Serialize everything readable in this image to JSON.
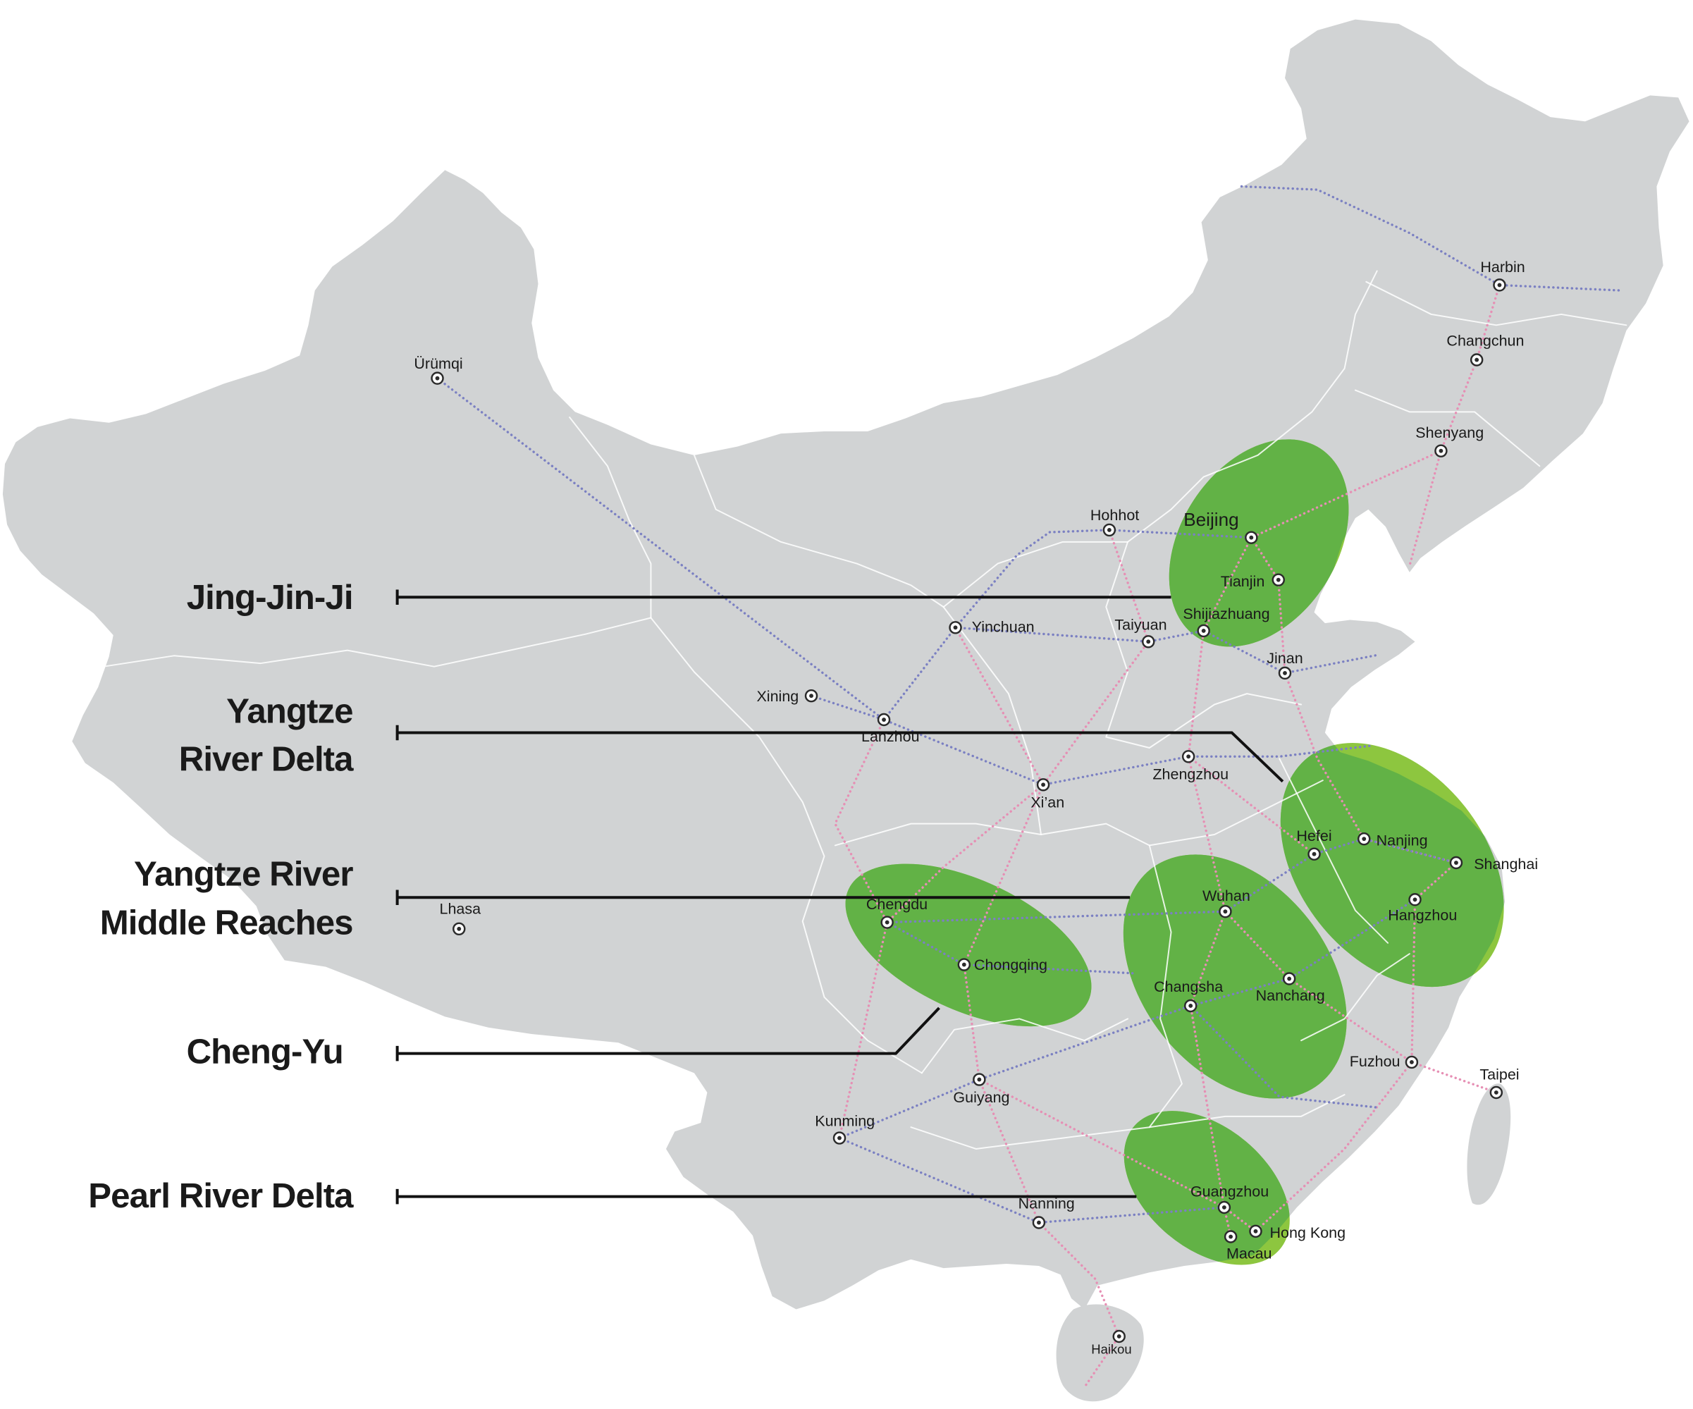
{
  "map": {
    "colors": {
      "background": "#ffffff",
      "land": "#d1d3d4",
      "province_border": "#ffffff",
      "cluster_land": "#62b246",
      "cluster_coast": "#8dc63f",
      "rail_blue": "#7b80c2",
      "rail_pink": "#e68fb4",
      "marker": "#2b2b2b",
      "label": "#1a1a1a",
      "leader": "#111111"
    },
    "city_marker_icon": "circled-dot",
    "clusters": [
      {
        "lines": [
          "Jing-Jin-Ji"
        ]
      },
      {
        "lines": [
          "Yangtze",
          "River Delta"
        ]
      },
      {
        "lines": [
          "Yangtze River",
          "Middle Reaches"
        ]
      },
      {
        "lines": [
          "Cheng-Yu"
        ]
      },
      {
        "lines": [
          "Pearl River Delta"
        ]
      }
    ],
    "cities": {
      "urumqi": "Ürümqi",
      "harbin": "Harbin",
      "changchun": "Changchun",
      "shenyang": "Shenyang",
      "hohhot": "Hohhot",
      "beijing": "Beijing",
      "tianjin": "Tianjin",
      "shijiazhuang": "Shijiazhuang",
      "taiyuan": "Taiyuan",
      "yinchuan": "Yinchuan",
      "jinan": "Jinan",
      "xining": "Xining",
      "lanzhou": "Lanzhou",
      "xian": "Xi’an",
      "zhengzhou": "Zhengzhou",
      "hefei": "Hefei",
      "nanjing": "Nanjing",
      "shanghai": "Shanghai",
      "hangzhou": "Hangzhou",
      "wuhan": "Wuhan",
      "chengdu": "Chengdu",
      "chongqing": "Chongqing",
      "changsha": "Changsha",
      "nanchang": "Nanchang",
      "fuzhou": "Fuzhou",
      "taipei": "Taipei",
      "lhasa": "Lhasa",
      "guiyang": "Guiyang",
      "kunming": "Kunming",
      "nanning": "Nanning",
      "guangzhou": "Guangzhou",
      "hongkong": "Hong Kong",
      "macau": "Macau",
      "haikou": "Haikou"
    }
  }
}
